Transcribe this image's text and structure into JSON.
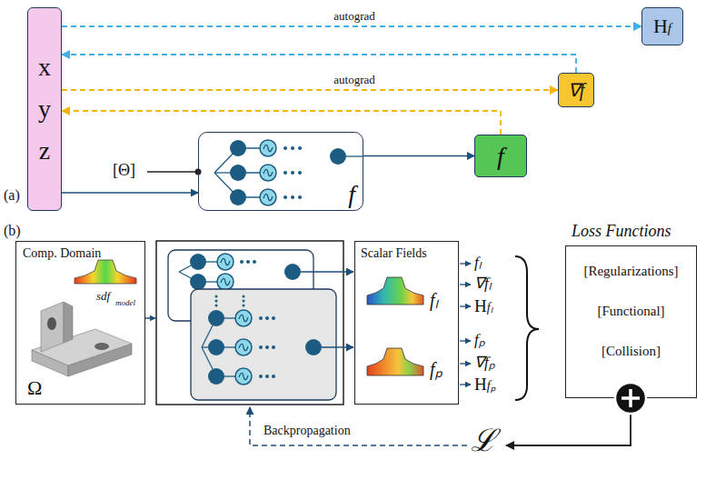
{
  "diagram": {
    "nodes": [
      {
        "text": [
          "x y z"
        ]
      },
      {
        "text": [
          "f"
        ]
      },
      {
        "text": [
          "f"
        ]
      },
      {
        "text": [
          "∇f"
        ]
      },
      {
        "text": [
          "Hf"
        ]
      },
      {
        "text": [
          "Comp. Domain",
          "sdf",
          "model",
          "Ω"
        ]
      },
      {
        "text": [
          "Scalar Fields",
          "fₗ",
          "fₚ"
        ]
      },
      {
        "text": [
          "Loss Functions",
          "[Regularizations]",
          "[Functional]",
          "[Collision]"
        ]
      }
    ],
    "edges": [
      {
        "from": 0,
        "to": 1,
        "arrow": "to"
      },
      {
        "from": 1,
        "to": 2,
        "arrow": "to"
      },
      {
        "from": 2,
        "to": 0,
        "arrow": "to"
      },
      {
        "from": 0,
        "to": 3,
        "arrow": "to",
        "label": "autograd"
      },
      {
        "from": 3,
        "to": 0,
        "arrow": "to"
      },
      {
        "from": 0,
        "to": 4,
        "arrow": "to",
        "label": "autograd"
      }
    ],
    "labels": [
      "[Θ]",
      "(a)",
      "(b)",
      "fₗ",
      "∇fₗ",
      "Hfₗ",
      "fₚ",
      "∇fₚ",
      "Hfₚ",
      "ℒ",
      "Backpropagation"
    ]
  }
}
